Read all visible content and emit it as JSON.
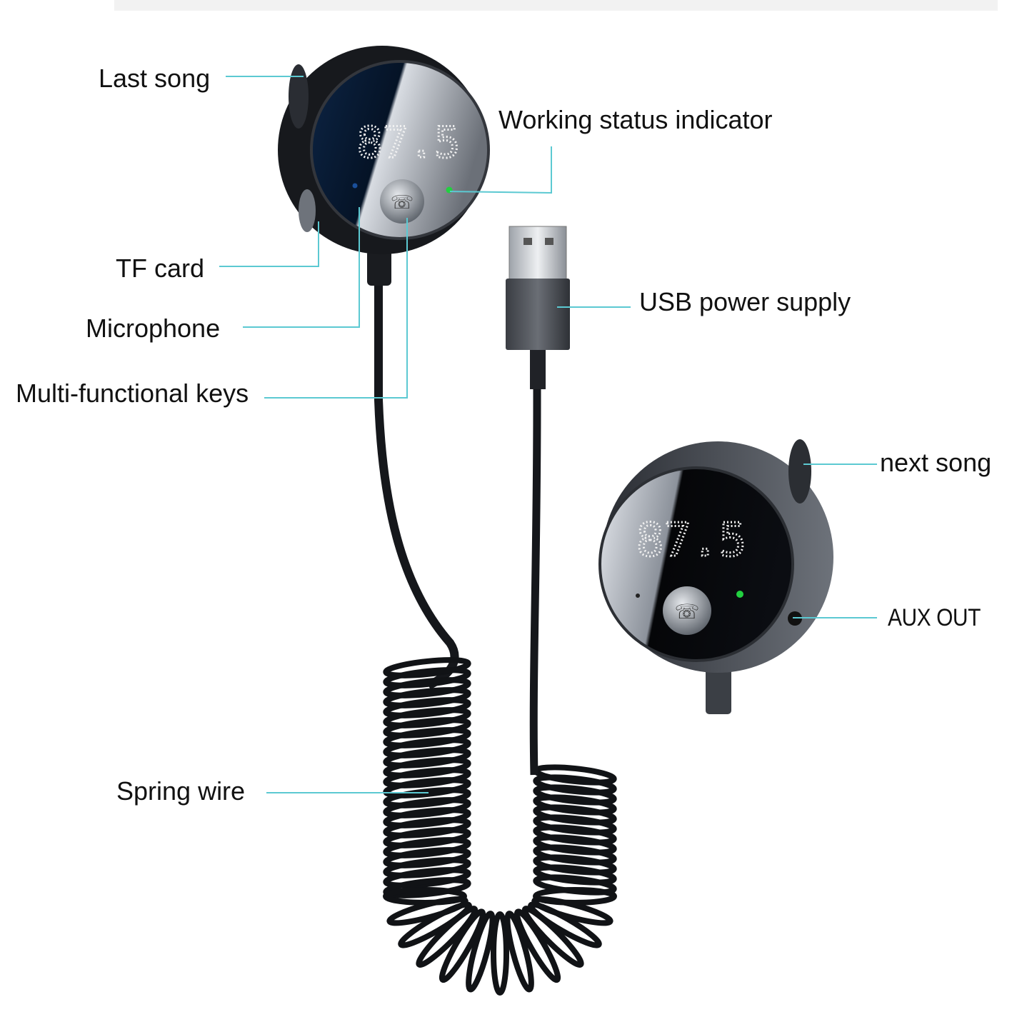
{
  "labels": {
    "last_song": "Last song",
    "working_status": "Working status indicator",
    "tf_card": "TF card",
    "microphone": "Microphone",
    "multi_keys": "Multi-functional keys",
    "usb_power": "USB power supply",
    "next_song": "next song",
    "aux_out": "AUX OUT",
    "spring_wire": "Spring wire"
  },
  "display_reading": "87.5",
  "colors": {
    "leader_line": "#5cc9d2",
    "status_led": "#22d040",
    "mic_dot": "#1a4f9a",
    "device_body": "#1b1d22",
    "display_blue": "#0e2a4a"
  }
}
